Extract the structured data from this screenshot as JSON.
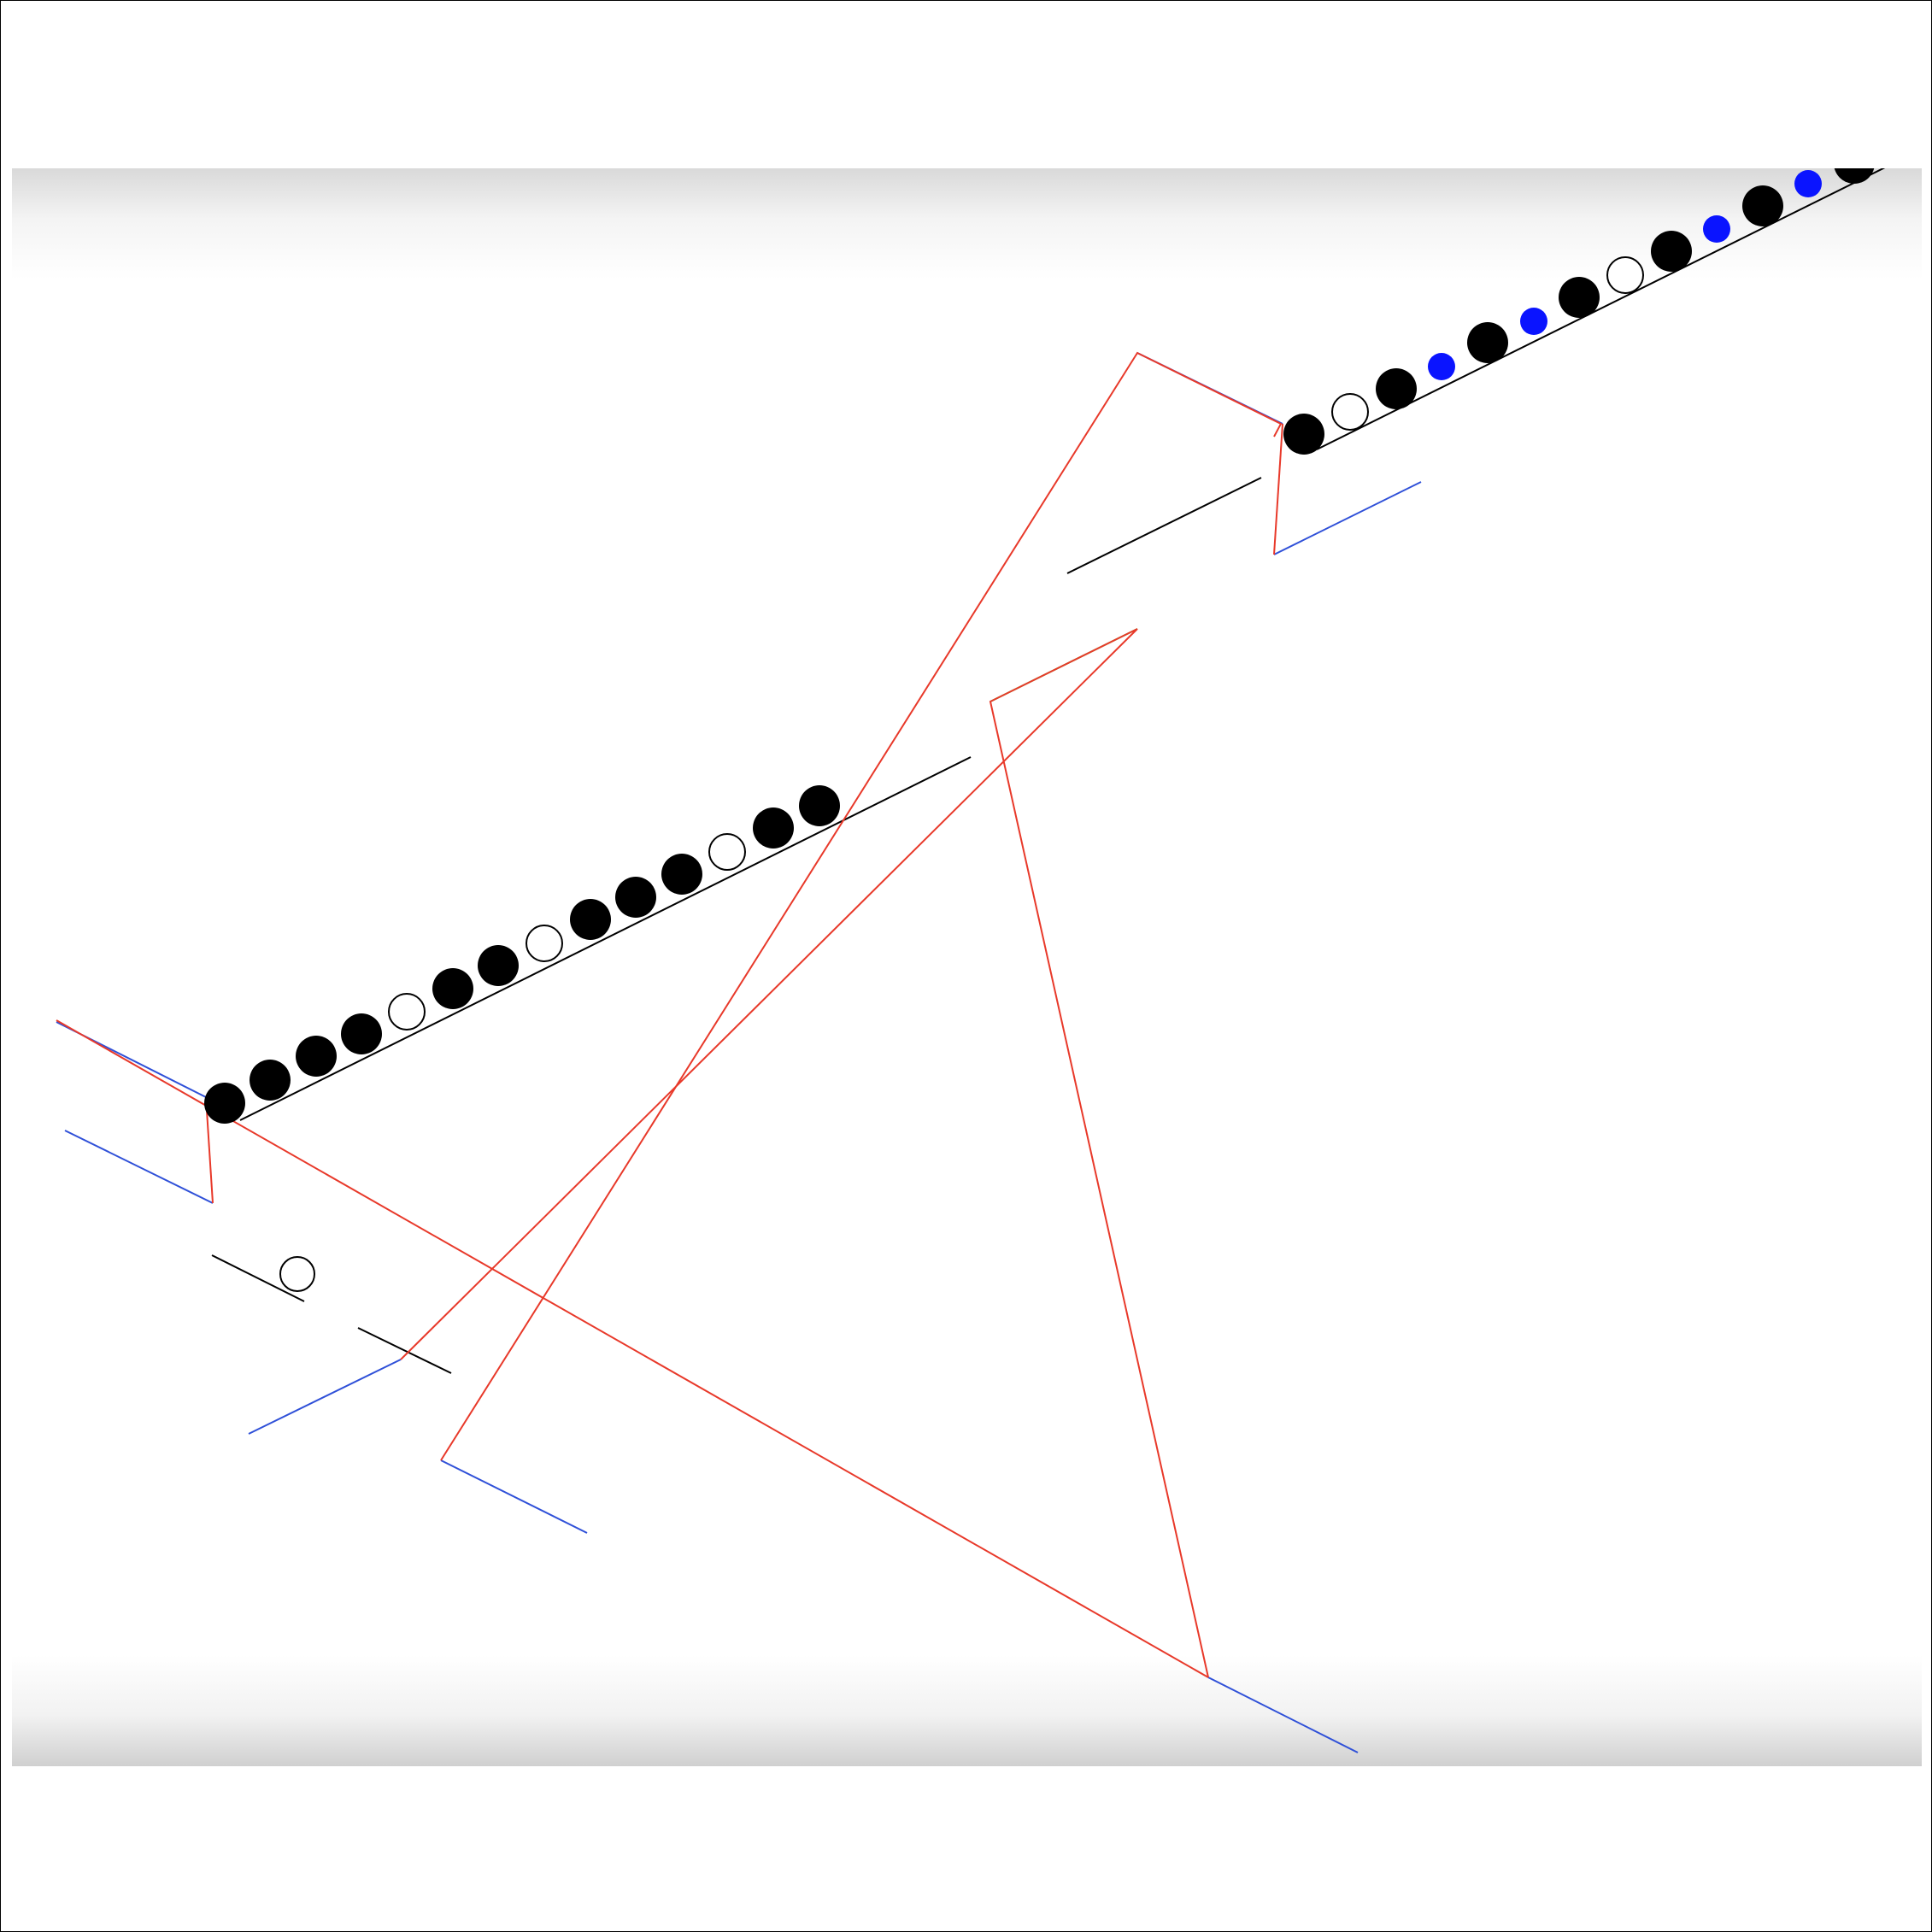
{
  "colors": {
    "background": "#ffffff",
    "frame_border": "#000000",
    "bead_filled": "#000000",
    "bead_hollow_fill": "#ffffff",
    "bead_hollow_stroke": "#000000",
    "bead_blue": "#0a14ff",
    "ray_red": "#e8392a",
    "guide_blue": "#2f50d8",
    "guide_green": "#3adc3a",
    "rod_black": "#000000"
  },
  "icons": {
    "bead_filled": "filled-circle",
    "bead_hollow": "hollow-circle",
    "bead_blue": "blue-dot"
  },
  "upper_chain_bead_sequence": [
    "filled",
    "filled",
    "filled",
    "filled",
    "hollow",
    "filled",
    "filled",
    "hollow",
    "filled",
    "filled",
    "filled",
    "hollow",
    "filled",
    "filled"
  ],
  "right_chain_bead_sequence": [
    "filled",
    "hollow",
    "filled",
    "blue",
    "filled",
    "blue",
    "filled",
    "hollow",
    "filled",
    "blue",
    "filled",
    "blue",
    "filled"
  ],
  "loose_bead": "hollow"
}
